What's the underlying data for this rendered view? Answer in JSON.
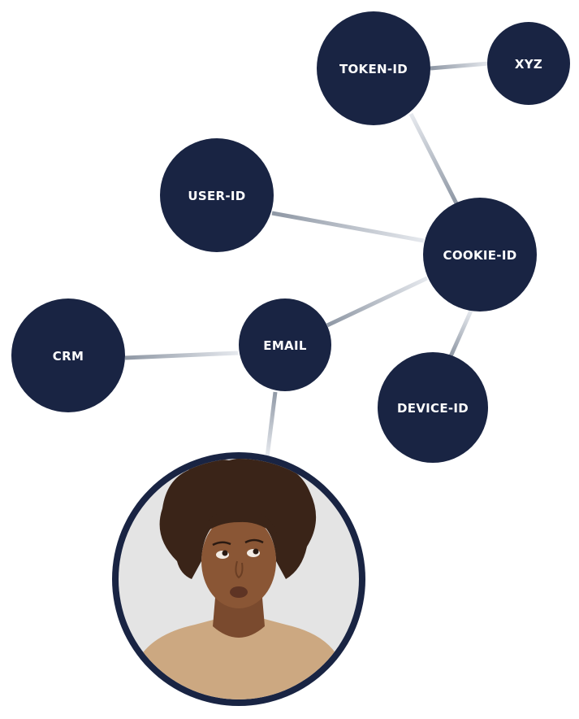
{
  "colors": {
    "node_fill": "#192443",
    "node_label": "#ffffff",
    "edge_light": "#e6e9ee",
    "edge_dark": "#8e97a4",
    "avatar_ring": "#192443",
    "avatar_background": "#e4e4e4"
  },
  "nodes": {
    "token_id": {
      "label": "TOKEN-ID"
    },
    "xyz": {
      "label": "XYZ"
    },
    "user_id": {
      "label": "USER-ID"
    },
    "cookie_id": {
      "label": "COOKIE-ID"
    },
    "email": {
      "label": "EMAIL"
    },
    "crm": {
      "label": "CRM"
    },
    "device_id": {
      "label": "DEVICE-ID"
    }
  },
  "edges": [
    {
      "from": "token_id",
      "to": "xyz"
    },
    {
      "from": "token_id",
      "to": "cookie_id"
    },
    {
      "from": "user_id",
      "to": "cookie_id"
    },
    {
      "from": "cookie_id",
      "to": "email"
    },
    {
      "from": "cookie_id",
      "to": "device_id"
    },
    {
      "from": "email",
      "to": "crm"
    },
    {
      "from": "email",
      "to": "person"
    }
  ],
  "person": {
    "icon": "person-photo"
  }
}
